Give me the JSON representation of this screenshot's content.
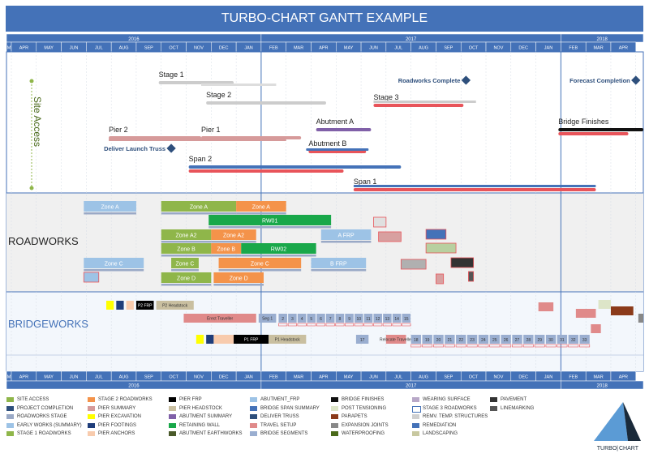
{
  "title": "TURBO-CHART GANTT EXAMPLE",
  "chart_data": {
    "type": "gantt",
    "years": [
      {
        "label": "2016",
        "start": 0,
        "end": 10
      },
      {
        "label": "2017",
        "start": 10,
        "end": 22
      },
      {
        "label": "2018",
        "start": 22,
        "end": 25.3
      }
    ],
    "months": [
      "M",
      "APR",
      "MAY",
      "JUN",
      "JUL",
      "AUG",
      "SEP",
      "OCT",
      "NOV",
      "DEC",
      "JAN",
      "FEB",
      "MAR",
      "APR",
      "MAY",
      "JUN",
      "JUL",
      "AUG",
      "SEP",
      "OCT",
      "NOV",
      "DEC",
      "JAN",
      "FEB",
      "MAR",
      "APR"
    ],
    "sections": [
      {
        "label": "",
        "key": "top"
      },
      {
        "label": "ROADWORKS",
        "key": "roadworks"
      },
      {
        "label": "BRIDGEWORKS",
        "key": "bridgeworks"
      }
    ],
    "vertical_label": "Site Access",
    "milestones": [
      {
        "label": "Roadworks Complete",
        "x": 18.2
      },
      {
        "label": "Forecast Completion",
        "x": 25.0
      },
      {
        "label": "Deliver Launch Truss",
        "x": 6.4
      }
    ],
    "summary_bars": [
      {
        "label": "Stage 1",
        "start": 5.9,
        "end": 8.9,
        "row": 1,
        "color": "#cccccc"
      },
      {
        "label": "Stage 2",
        "start": 7.8,
        "end": 12.6,
        "row": 2,
        "color": "#cccccc"
      },
      {
        "label": "Stage 3",
        "start": 14.5,
        "end": 18.1,
        "row": 3,
        "color": "#e8545a"
      },
      {
        "label": "Pier 2",
        "start": 3.9,
        "end": 7.6,
        "row": 4,
        "color": "#d69a9a"
      },
      {
        "label": "Pier 1",
        "start": 7.6,
        "end": 11.6,
        "row": 4,
        "color": "#d69a9a"
      },
      {
        "label": "Abutment A",
        "start": 12.2,
        "end": 14.4,
        "row": 5,
        "color": "#8060a8"
      },
      {
        "label": "Abutment B",
        "start": 11.9,
        "end": 14.2,
        "row": 6,
        "color": "#e8545a"
      },
      {
        "label": "Span 2",
        "start": 7.1,
        "end": 15.6,
        "row": 7,
        "color": "#4472b8"
      },
      {
        "label": "Span 1",
        "start": 13.7,
        "end": 23.4,
        "row": 8,
        "color": "#e8545a"
      },
      {
        "label": "Bridge Finishes",
        "start": 21.9,
        "end": 25.3,
        "row": 5,
        "color": "#111111"
      }
    ],
    "road_blocks": [
      {
        "label": "Zone A",
        "start": 2.9,
        "end": 5.0,
        "row": 0,
        "color": "#9dc3e6"
      },
      {
        "label": "Zone A",
        "start": 6.0,
        "end": 9.0,
        "row": 0,
        "color": "#8fb64a"
      },
      {
        "label": "Zone A",
        "start": 9.0,
        "end": 11.0,
        "row": 0,
        "color": "#f4934a"
      },
      {
        "label": "RW01",
        "start": 7.9,
        "end": 12.8,
        "row": 1,
        "color": "#19a84a"
      },
      {
        "label": "Zone A2",
        "start": 6.0,
        "end": 8.0,
        "row": 2,
        "color": "#8fb64a"
      },
      {
        "label": "Zone A2",
        "start": 8.0,
        "end": 9.8,
        "row": 2,
        "color": "#f4934a"
      },
      {
        "label": "A FRP",
        "start": 12.4,
        "end": 14.4,
        "row": 2,
        "color": "#9dc3e6"
      },
      {
        "label": "Zone B",
        "start": 6.0,
        "end": 8.0,
        "row": 3,
        "color": "#8fb64a"
      },
      {
        "label": "Zone B",
        "start": 8.0,
        "end": 9.2,
        "row": 3,
        "color": "#f4934a"
      },
      {
        "label": "RW02",
        "start": 9.2,
        "end": 12.2,
        "row": 3,
        "color": "#19a84a"
      },
      {
        "label": "Zone C",
        "start": 2.9,
        "end": 5.3,
        "row": 4,
        "color": "#9dc3e6"
      },
      {
        "label": "Zone C",
        "start": 6.4,
        "end": 7.5,
        "row": 4,
        "color": "#8fb64a"
      },
      {
        "label": "Zone C",
        "start": 8.3,
        "end": 11.6,
        "row": 4,
        "color": "#f4934a"
      },
      {
        "label": "B FRP",
        "start": 12.0,
        "end": 14.2,
        "row": 4,
        "color": "#9dc3e6"
      },
      {
        "label": "Zone D",
        "start": 6.0,
        "end": 8.0,
        "row": 5,
        "color": "#8fb64a"
      },
      {
        "label": "Zone D",
        "start": 8.1,
        "end": 10.1,
        "row": 5,
        "color": "#f4934a"
      }
    ],
    "bridge_labels": [
      "P2 Headstock",
      "Erect Traveller",
      "Seg 1",
      "P1 FRP",
      "P1 Headstock",
      "Relocate Traveller",
      "P2 FRP"
    ],
    "bridge_segments_top": [
      "2",
      "3",
      "4",
      "5",
      "6",
      "7",
      "8",
      "9",
      "10",
      "11",
      "12",
      "13",
      "14",
      "15"
    ],
    "bridge_segments_bottom": [
      "17",
      "18",
      "19",
      "20",
      "21",
      "22",
      "23",
      "24",
      "25",
      "26",
      "27",
      "28",
      "29",
      "30",
      "31",
      "32",
      "33"
    ],
    "legend": [
      {
        "label": "SITE ACCESS",
        "color": "#8fb64a"
      },
      {
        "label": "PROJECT COMPLETION",
        "color": "#2e4f7c"
      },
      {
        "label": "ROADWORKS STAGE",
        "color": "#9aa9c6"
      },
      {
        "label": "EARLY WORKS (SUMMARY)",
        "color": "#9dc3e6"
      },
      {
        "label": "STAGE 1 ROADWORKS",
        "color": "#8fb64a"
      },
      {
        "label": "STAGE 2 ROADWORKS",
        "color": "#f4934a"
      },
      {
        "label": "PIER SUMMARY",
        "color": "#d69a9a"
      },
      {
        "label": "PIER EXCAVATION",
        "color": "#ffff00"
      },
      {
        "label": "PIER FOOTINGS",
        "color": "#1f3d7a"
      },
      {
        "label": "PIER ANCHORS",
        "color": "#f8cbad"
      },
      {
        "label": "PIER FRP",
        "color": "#000000"
      },
      {
        "label": "PIER HEADSTOCK",
        "color": "#c9bfa0"
      },
      {
        "label": "ABUTMENT SUMMARY",
        "color": "#8060a8"
      },
      {
        "label": "RETAINING WALL",
        "color": "#19a84a"
      },
      {
        "label": "ABUTMENT EARTHWORKS",
        "color": "#4a5a2a"
      },
      {
        "label": "ABUTMENT_FRP",
        "color": "#9dc3e6"
      },
      {
        "label": "BRIDGE SPAN SUMMARY",
        "color": "#4472b8"
      },
      {
        "label": "DELIVER TRUSS",
        "color": "#2e4f7c"
      },
      {
        "label": "TRAVEL SETUP",
        "color": "#e08a8a"
      },
      {
        "label": "BRIDGE SEGMENTS",
        "color": "#9aaed0"
      },
      {
        "label": "BRIDGE FINISHES",
        "color": "#111111"
      },
      {
        "label": "POST TENSIONING",
        "color": "#dde5c8"
      },
      {
        "label": "PARAPETS",
        "color": "#8b3a1a"
      },
      {
        "label": "EXPANSION JOINTS",
        "color": "#888888"
      },
      {
        "label": "WATERPROOFING",
        "color": "#4a6a1a"
      },
      {
        "label": "WEARING SURFACE",
        "color": "#b8a8c8"
      },
      {
        "label": "STAGE 3 ROADWORKS",
        "color": "#ffffff"
      },
      {
        "label": "REMV. TEMP. STRUCTURES",
        "color": "#d0d0d0"
      },
      {
        "label": "REMEDIATION",
        "color": "#4472b8"
      },
      {
        "label": "LANDSCAPING",
        "color": "#c8c8a0"
      },
      {
        "label": "PAVEMENT",
        "color": "#333333"
      },
      {
        "label": "LINEMARKING",
        "color": "#555555"
      }
    ]
  },
  "logo": {
    "text_left": "TURBO",
    "text_right": "CHART"
  }
}
